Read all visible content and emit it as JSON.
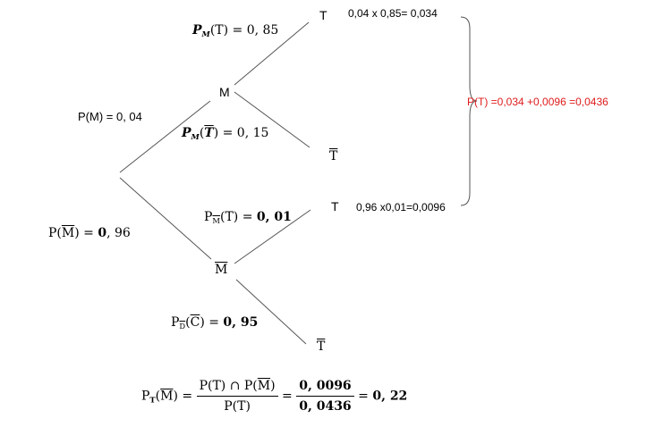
{
  "nodes": {
    "m": "M",
    "m_bar": "M",
    "t_top": "T",
    "tbar_top": "T",
    "t_bottom": "T",
    "tbar_bottom": "T"
  },
  "branch_labels": {
    "p_m": "P(M) = 0, 04",
    "p_mbar_prefix": "P(",
    "p_mbar_var": "M",
    "p_mbar_suffix": ") = ",
    "p_mbar_value": "0",
    "p_mbar_rest": ", 96",
    "pm_t_p": "P",
    "pm_t_sub": "M",
    "pm_t_arg": "(T) = 0, 85",
    "pm_tbar_p": "P",
    "pm_tbar_sub": "M",
    "pm_tbar_open": "(",
    "pm_tbar_var": "T",
    "pm_tbar_close": ") = 0, 15",
    "pmbar_t_p": "P",
    "pmbar_t_sub": "M",
    "pmbar_t_arg": "(T) = ",
    "pmbar_t_value": "0, 01",
    "pdbar_cbar_p": "P",
    "pdbar_cbar_sub": "D",
    "pdbar_cbar_open": "(",
    "pdbar_cbar_var": "C",
    "pdbar_cbar_close": ") = ",
    "pdbar_cbar_value": "0, 95"
  },
  "products": {
    "top": "0,04 x 0,85= 0,034",
    "bottom": "0,96 x0,01=0,0096"
  },
  "total": {
    "text": "P(T) =0,034 +0,0096 =0,0436",
    "color": "#e01b1b"
  },
  "formula": {
    "lhs_p": "P",
    "lhs_sub": "T",
    "lhs_open": "(",
    "lhs_var": "M",
    "lhs_close": ") = ",
    "num1_a": "P(T) ∩ P(",
    "num1_var": "M",
    "num1_b": ")",
    "den1": "P(T)",
    "eq1": " = ",
    "num2": "0, 0096",
    "den2": "0, 0436",
    "eq2": " = ",
    "result": "0, 22"
  }
}
